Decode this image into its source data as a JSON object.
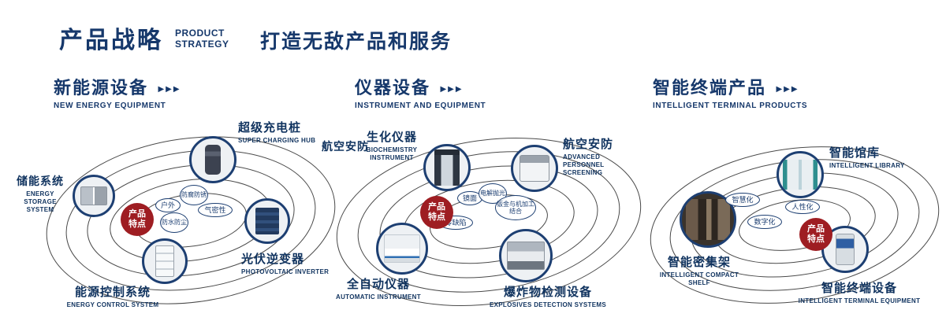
{
  "header": {
    "title_cn": "产品战略",
    "title_en": [
      "PRODUCT",
      "STRATEGY"
    ],
    "slogan": "打造无敌产品和服务"
  },
  "icons": {
    "triple_arrow": "▶▶▶"
  },
  "badge_label": "产品特点",
  "sections": [
    {
      "title_cn": "新能源设备",
      "title_en": "NEW ENERGY EQUIPMENT",
      "nodes": {
        "charging_hub": {
          "cn": "超级充电桩",
          "en": "SUPER CHARGING HUB"
        },
        "storage": {
          "cn": "储能系统",
          "en": "ENERGY STORAGE SYSTEM"
        },
        "inverter": {
          "cn": "光伏逆变器",
          "en": "PHOTOVOLTAIC INVERTER"
        },
        "control": {
          "cn": "能源控制系统",
          "en": "ENERGY CONTROL SYSTEM"
        }
      },
      "tags": [
        "户外",
        "防腐防锈",
        "气密性",
        "防水防尘"
      ]
    },
    {
      "title_cn": "仪器设备",
      "title_en": "INSTRUMENT AND EQUIPMENT",
      "extra_label": "航空安防",
      "nodes": {
        "biochem": {
          "cn": "生化仪器",
          "en": "BIOCHEMISTRY INSTRUMENT"
        },
        "screening": {
          "cn": "航空安防",
          "en": "ADVANCED PERSONNEL SCREENING"
        },
        "automatic": {
          "cn": "全自动仪器",
          "en": "AUTOMATIC INSTRUMENT"
        },
        "explosives": {
          "cn": "爆炸物检测设备",
          "en": "EXPLOSIVES DETECTION SYSTEMS"
        }
      },
      "tags": [
        "镜面",
        "电解抛光",
        "零缺陷",
        "钣金与机加工结合"
      ]
    },
    {
      "title_cn": "智能终端产品",
      "title_en": "INTELLIGENT TERMINAL PRODUCTS",
      "nodes": {
        "library": {
          "cn": "智能馆库",
          "en": "INTELLIGENT LIBRARY"
        },
        "shelf": {
          "cn": "智能密集架",
          "en": "INTELLIGENT COMPACT SHELF"
        },
        "terminal": {
          "cn": "智能终端设备",
          "en": "INTELLIGENT TERMINAL EQUIPMENT"
        }
      },
      "tags": [
        "智慧化",
        "人性化",
        "数字化"
      ]
    }
  ],
  "colors": {
    "navy": "#16386b",
    "red": "#9e1d22"
  }
}
